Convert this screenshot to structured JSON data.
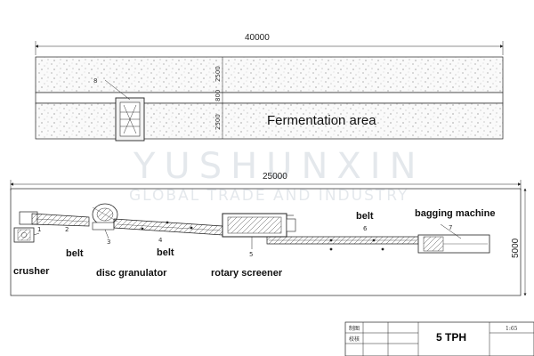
{
  "dimensions": {
    "top_length": "40000",
    "strip_height_1": "2500",
    "gap": "800",
    "strip_height_2": "2500",
    "plant_length": "25000",
    "plant_height": "5000"
  },
  "fermentation": {
    "area_label": "Fermentation area",
    "machine_number": "8"
  },
  "equipment": {
    "crusher": {
      "label": "crusher",
      "number": "1"
    },
    "belt_1": {
      "label": "belt",
      "number": "2"
    },
    "disc_granulator": {
      "label": "disc granulator",
      "number": "3"
    },
    "belt_2": {
      "label": "belt",
      "number": "4"
    },
    "rotary_screener": {
      "label": "rotary screener",
      "number": "5"
    },
    "belt_3": {
      "label": "belt",
      "number": "6"
    },
    "bagging_machine": {
      "label": "bagging machine",
      "number": "7"
    }
  },
  "watermark": {
    "line1": "YUSHUNXIN",
    "line2": "GLOBAL TRADE AND INDUSTRY"
  },
  "title_block": {
    "designed": "制图",
    "checked": "校核",
    "capacity": "5 TPH",
    "scale": "1:65"
  }
}
